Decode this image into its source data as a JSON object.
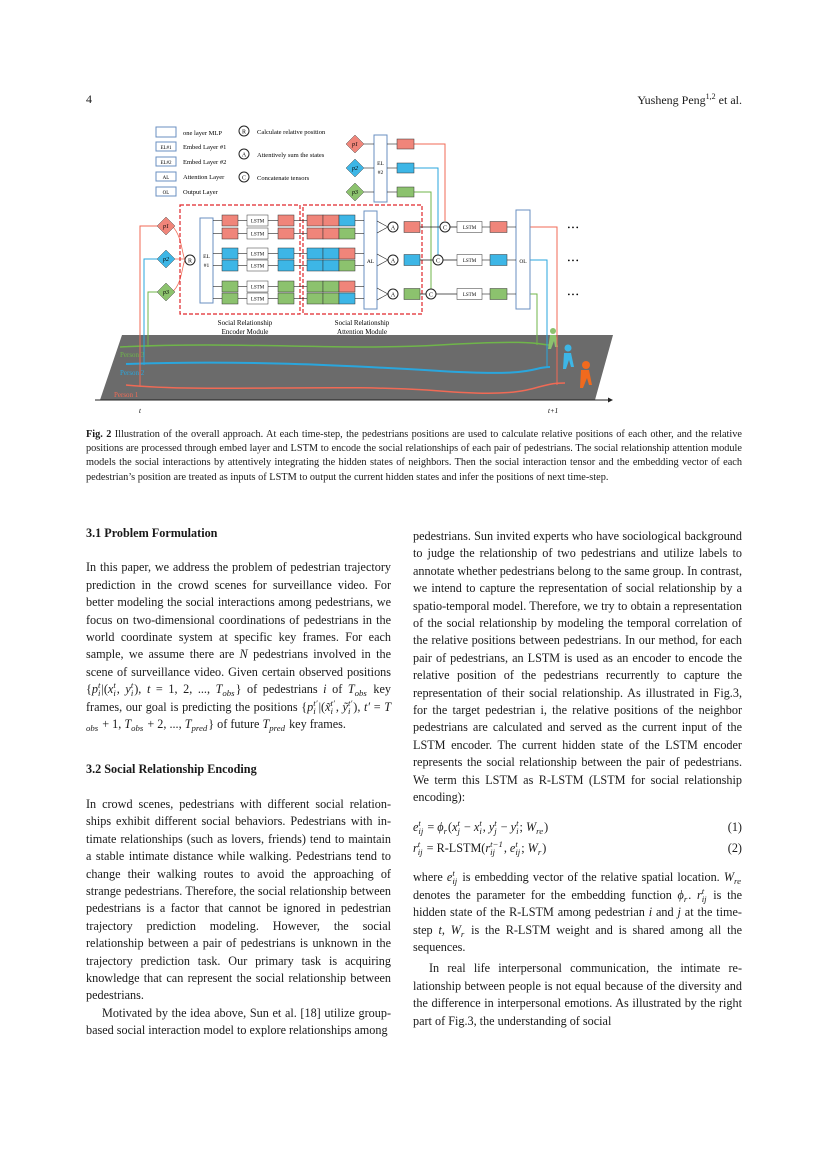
{
  "header": {
    "page_number": "4",
    "author": "Yusheng Peng",
    "author_sup": "1,2",
    "author_suffix": " et al."
  },
  "figure": {
    "legend": [
      {
        "box": "",
        "label": "one layer MLP"
      },
      {
        "box": "EL#1",
        "label": "Embed Layer #1"
      },
      {
        "box": "EL#2",
        "label": "Embed Layer #2"
      },
      {
        "box": "AL",
        "label": "Attention Layer"
      },
      {
        "box": "OL",
        "label": "Output Layer"
      }
    ],
    "ops": [
      {
        "symbol": "R",
        "label": "Calculate relative position"
      },
      {
        "symbol": "A",
        "label": "Attentively sum the states"
      },
      {
        "symbol": "C",
        "label": "Concatenate tensors"
      }
    ],
    "el1": [
      "EL",
      "#1"
    ],
    "el2": [
      "EL",
      "#2"
    ],
    "al": "AL",
    "ol": "OL",
    "lstm": "LSTM",
    "r_op": "R",
    "a_op": "A",
    "c_op": "C",
    "pedestrians": [
      "p1",
      "p2",
      "p3"
    ],
    "encoder_label": [
      "Social Relationship",
      "Encoder Module"
    ],
    "attention_label": [
      "Social Relationship",
      "Attention Module"
    ],
    "persons": [
      "Person 1",
      "Person 2",
      "Person 3"
    ],
    "time_start": "t",
    "time_end": "t+1",
    "ellipsis": "• • •",
    "colors": {
      "red": "#f0857a",
      "blue": "#3db6e6",
      "green": "#8cc26e",
      "redline": "#f06a55",
      "blueline": "#2aa6dd",
      "greenline": "#6fb54a",
      "dashed": "#e0262a",
      "road": "#6b6b6b"
    }
  },
  "caption": {
    "label": "Fig. 2",
    "text": " Illustration of the overall approach. At each time-step, the pedestrians positions are used to calculate relative positions of each other, and the relative positions are processed through embed layer and LSTM to encode the social relationships of each pair of pedestrians. The social relationship attention module models the social interactions by attentively integrating the hidden states of neighbors. Then the social interaction tensor and the embedding vector of each pedestrian’s position are treated as inputs of LSTM to output the current hidden states and infer the positions of next time-step."
  },
  "left": {
    "s31": "3.1 Problem Formulation",
    "p1": [
      "In this paper, we address the problem of pedestrian trajec- tory prediction in the crowd scenes for surveillance video. For better modeling the social interactions among pedestri- ans, we focus on two-dimensional coordinations of pedes- trians in the world coordinate system at specific key frames. For each sample, we assume there are ",
      {
        "v": "N"
      },
      " pedestrians in- volved in the scene of surveillance video. Given certain ob- served positions {",
      {
        "v": "p",
        "sup": "t",
        "sub": "i"
      },
      "|(",
      {
        "v": "x",
        "sup": "t",
        "sub": "i"
      },
      ", ",
      {
        "v": "y",
        "sup": "t",
        "sub": "i"
      },
      "), ",
      {
        "v": "t"
      },
      " = 1, 2, ..., ",
      {
        "v": "T",
        "sub": "obs"
      },
      "} of pedestrians ",
      {
        "v": "i"
      },
      " of ",
      {
        "v": "T",
        "sub": "obs"
      },
      " key frames, our goal is predicting the positions {",
      {
        "v": "p",
        "sup": "t′",
        "sub": "i"
      },
      "|(",
      {
        "v": "x̃",
        "sup": "t′",
        "sub": "i"
      },
      ", ",
      {
        "v": "ỹ",
        "sup": "t′",
        "sub": "i"
      },
      "), ",
      {
        "v": "t′"
      },
      " = ",
      {
        "v": "T",
        "sub": "obs"
      },
      " + 1, ",
      {
        "v": "T",
        "sub": "obs"
      },
      " + 2, ..., ",
      {
        "v": "T",
        "sub": "pred"
      },
      "} of future ",
      {
        "v": "T",
        "sub": "pred"
      },
      " key frames."
    ],
    "s32": "3.2 Social Relationship Encoding",
    "p2": [
      "In crowd scenes, pedestrians with different social relation- ships exhibit different social behaviors. Pedestrians with in- timate relationships (such as lovers, friends) tend to main- tain a stable intimate distance while walking. Pedestrians tend to change their walking routes to avoid the approach- ing of strange pedestrians. Therefore, the social relationship between pedestrians is a factor that cannot be ignored in pedestrian trajectory prediction modeling. However, the so- cial relationship between a pair of pedestrians is unknown in the trajectory prediction task. Our primary task is acquiring knowledge that can represent the social relationship between pedestrians."
    ],
    "p3": [
      "Motivated by the idea above, Sun et al. [18] utilize group- based social interaction model to explore relationships among"
    ]
  },
  "right": {
    "p1": [
      "pedestrians. Sun invited experts who have sociological back- ground to judge the relationship of two pedestrians and uti- lize labels to annotate whether pedestrians belong to the same group. In contrast, we intend to capture the representa- tion of social relationship by a spatio-temporal model. There- fore, we try to obtain a representation of the social relation- ship by modeling the temporal correlation of the relative po- sitions between pedestrians. In our method, for each pair of pedestrians, an LSTM is used as an encoder to encode the relative position of the pedestrians recurrently to capture the representation of their social relationship. As illustrated in Fig.3, for the target pedestrian i, the relative positions of the neighbor pedestrians are calculated and served as the current input of the LSTM encoder. The current hidden state of the LSTM encoder represents the social relationship between the pair of pedestrians. We term this LSTM as R-LSTM (LSTM for social relationship encoding):"
    ],
    "eq1": [
      {
        "v": "e",
        "sup": "t",
        "sub": "ij"
      },
      " = ",
      {
        "v": "ϕ",
        "sub": "r"
      },
      "(",
      {
        "v": "x",
        "sup": "t",
        "sub": "j"
      },
      " − ",
      {
        "v": "x",
        "sup": "t",
        "sub": "i"
      },
      ", ",
      {
        "v": "y",
        "sup": "t",
        "sub": "j"
      },
      " − ",
      {
        "v": "y",
        "sup": "t",
        "sub": "i"
      },
      "; ",
      {
        "v": "W",
        "sub": "re"
      },
      ")"
    ],
    "eq1_num": "(1)",
    "eq2": [
      {
        "v": "r",
        "sup": "t",
        "sub": "ij"
      },
      " = R-LSTM(",
      {
        "v": "r",
        "sup": "t−1",
        "sub": "ij"
      },
      ", ",
      {
        "v": "e",
        "sup": "t",
        "sub": "ij"
      },
      "; ",
      {
        "v": "W",
        "sub": "r"
      },
      ")"
    ],
    "eq2_num": "(2)",
    "p2": [
      "where ",
      {
        "v": "e",
        "sup": "t",
        "sub": "ij"
      },
      " is embedding vector of the relative spatial location. ",
      {
        "v": "W",
        "sub": "re"
      },
      " denotes the parameter for the embedding function ",
      {
        "v": "ϕ",
        "sub": "r"
      },
      ". ",
      {
        "v": "r",
        "sup": "t",
        "sub": "ij"
      },
      " is the hidden state of the R-LSTM among pedestrian ",
      {
        "v": "i"
      },
      " and ",
      {
        "v": "j"
      },
      " at the time-step ",
      {
        "v": "t"
      },
      ", ",
      {
        "v": "W",
        "sub": "r"
      },
      " is the R-LSTM weight and is shared among all the sequences."
    ],
    "p3": [
      "In real life interpersonal communication, the intimate re- lationship between people is not equal because of the diver- sity and the difference in interpersonal emotions. As illus- trated by the right part of Fig.3, the understanding of social"
    ]
  }
}
